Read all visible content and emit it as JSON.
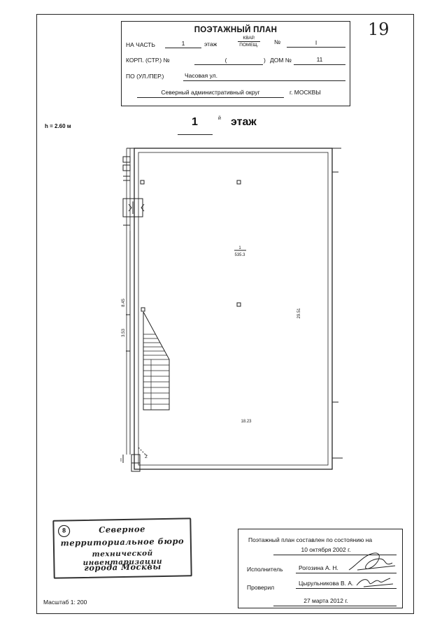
{
  "page_number": "19",
  "header": {
    "title": "ПОЭТАЖНЫЙ ПЛАН",
    "part_label": "НА ЧАСТЬ",
    "part_value": "1",
    "floor_word": "этаж",
    "kvar_label": "КВАР.",
    "pomesh_label": "ПОМЕЩ.",
    "number_label": "№",
    "number_value": "I",
    "korp_label": "КОРП. (СТР.) №",
    "korp_value": "(",
    "korp_close": ")",
    "dom_label": "ДОМ №",
    "dom_value": "11",
    "street_label": "ПО (УЛ./ПЕР.)",
    "street_value": "Часовая ул.",
    "district_value": "Северный административный округ",
    "city_value": "г. МОСКВЫ"
  },
  "ceiling_height": "h = 2.60 м",
  "floor_heading": {
    "number": "1",
    "suffix": "й",
    "word": "этаж"
  },
  "plan": {
    "room_number": "1",
    "room_area": "535.3",
    "dim_right": "29.51",
    "dim_bottom": "18.23",
    "dim_left_upper": "8.45",
    "dim_left_lower": "3.53",
    "door_label": "2",
    "entry_mark": "I"
  },
  "stamp": {
    "number": "8",
    "lines": [
      "Северное",
      "территориальное бюро",
      "технической инвентаризации",
      "города Москвы"
    ]
  },
  "signatures": {
    "status_line": "Поэтажный план составлен по состоянию на",
    "status_date": "10 октября 2002 г.",
    "executor_label": "Исполнитель",
    "executor_name": "Рогозина А. Н.",
    "checker_label": "Проверил",
    "checker_name": "Цырульникова В. А.",
    "date": "27 марта 2012 г."
  },
  "scale": "Масштаб 1: 200"
}
